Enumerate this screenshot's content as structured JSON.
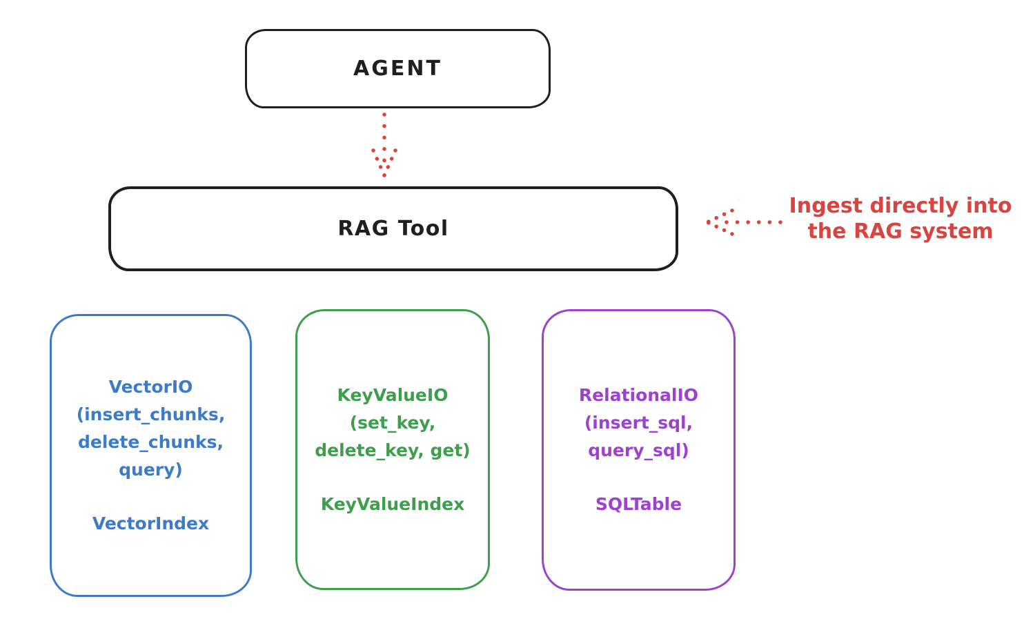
{
  "diagram": {
    "agent": {
      "label": "AGENT"
    },
    "rag_tool": {
      "label": "RAG Tool"
    },
    "annotation": {
      "lines": [
        "Ingest directly into",
        "the RAG system"
      ]
    },
    "stores": [
      {
        "id": "vector-io",
        "color": "#3d7bc7",
        "lines": [
          "VectorIO",
          "(insert_chunks,",
          "delete_chunks,",
          "query)"
        ],
        "index_label": "VectorIndex"
      },
      {
        "id": "keyvalue-io",
        "color": "#3f9e4d",
        "lines": [
          "KeyValueIO",
          "(set_key,",
          "delete_key, get)"
        ],
        "index_label": "KeyValueIndex"
      },
      {
        "id": "relational-io",
        "color": "#9c43cb",
        "lines": [
          "RelationalIO",
          "(insert_sql,",
          "query_sql)"
        ],
        "index_label": "SQLTable"
      }
    ],
    "colors": {
      "stroke_black": "#1f1f1f",
      "arrow_red": "#d6453f"
    }
  }
}
